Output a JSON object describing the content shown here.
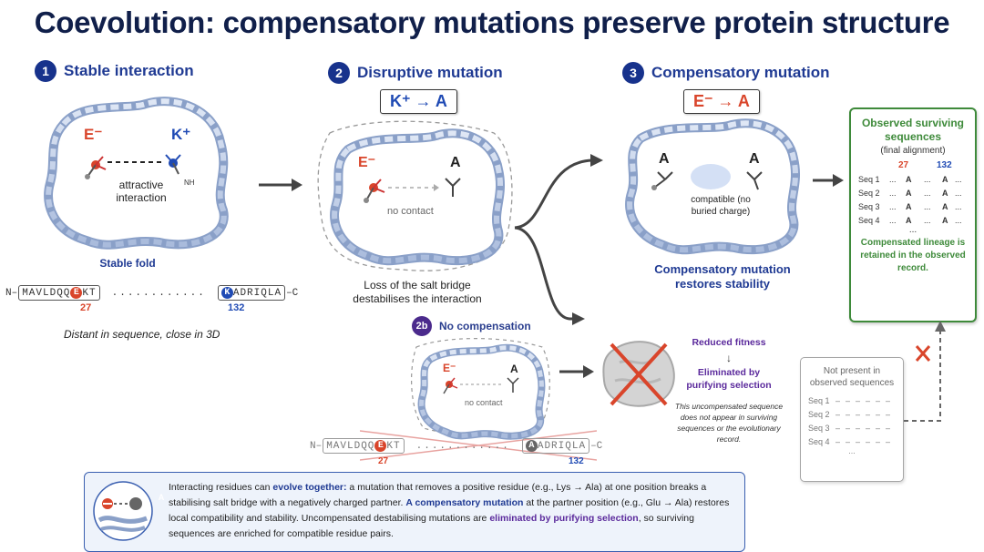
{
  "title": "Coevolution: compensatory mutations preserve protein structure",
  "panel1": {
    "num": "1",
    "heading": "Stable interaction",
    "label_E": "E⁻",
    "label_K": "K⁺",
    "nh": "NH",
    "interaction": "attractive interaction",
    "fold": "Stable fold",
    "seq_n": "N–",
    "seq_left": "MAVLDQQ",
    "seq_res_left": "E",
    "seq_left_tail": "KT",
    "seq_dots": "............",
    "seq_res_right": "K",
    "seq_right": "ADRIQLA",
    "seq_c": "–C",
    "pos_left": "27",
    "pos_right": "132",
    "note": "Distant in sequence, close in 3D"
  },
  "panel2": {
    "num": "2",
    "heading": "Disruptive mutation",
    "mutation": "K⁺ → A",
    "label_E": "E⁻",
    "label_A": "A",
    "contact": "no contact",
    "caption": "Loss of the salt bridge destabilises the interaction"
  },
  "panel3": {
    "num": "3",
    "heading": "Compensatory mutation",
    "mutation": "E⁻ → A",
    "label_A1": "A",
    "label_A2": "A",
    "contact": "compatible (no buried charge)",
    "caption": "Compensatory mutation restores stability"
  },
  "observed": {
    "title": "Observed surviving sequences",
    "subtitle": "(final alignment)",
    "col1": "27",
    "col2": "132",
    "rows": [
      {
        "label": "Seq 1",
        "a": "A",
        "b": "A"
      },
      {
        "label": "Seq 2",
        "a": "A",
        "b": "A"
      },
      {
        "label": "Seq 3",
        "a": "A",
        "b": "A"
      },
      {
        "label": "Seq 4",
        "a": "A",
        "b": "A"
      }
    ],
    "dots": "...",
    "gap": "...",
    "footer": "Compensated lineage is retained in the observed record."
  },
  "panel2b": {
    "num": "2b",
    "heading": "No compensation",
    "label_E": "E⁻",
    "label_A": "A",
    "contact": "no contact",
    "seq_n": "N–",
    "seq_left": "MAVLDQQ",
    "seq_res_left": "E",
    "seq_left_tail": "KT",
    "seq_dots": "............",
    "seq_res_right": "A",
    "seq_right": "ADRIQLA",
    "seq_c": "–C",
    "pos_left": "27",
    "pos_right": "132",
    "fitness": "Reduced fitness",
    "arrow": "↓",
    "eliminated": "Eliminated by purifying selection",
    "note": "This uncompensated sequence does not appear in surviving sequences or the evolutionary record."
  },
  "notpresent": {
    "title": "Not present in observed sequences",
    "rows": [
      "Seq 1",
      "Seq 2",
      "Seq 3",
      "Seq 4"
    ],
    "cell": "–",
    "more": "..."
  },
  "info": {
    "t1": "Interacting residues can ",
    "t2": "evolve together:",
    "t3": " a mutation that removes a positive residue (e.g., Lys → Ala) at one position breaks a stabilising salt bridge with a negatively charged partner. ",
    "t4": "A compensatory mutation",
    "t5": " at the partner position (e.g., Glu → Ala) restores local compatibility and stability. Uncompensated destabilising mutations are ",
    "t6": "eliminated by purifying selection",
    "t7": ", so surviving sequences are enriched for compatible residue pairs.",
    "icon_A": "A"
  },
  "colors": {
    "navy": "#17328c",
    "red": "#d9452b",
    "blue": "#1f4ab4",
    "green": "#3e8a3a",
    "purple": "#5b2a9c"
  }
}
